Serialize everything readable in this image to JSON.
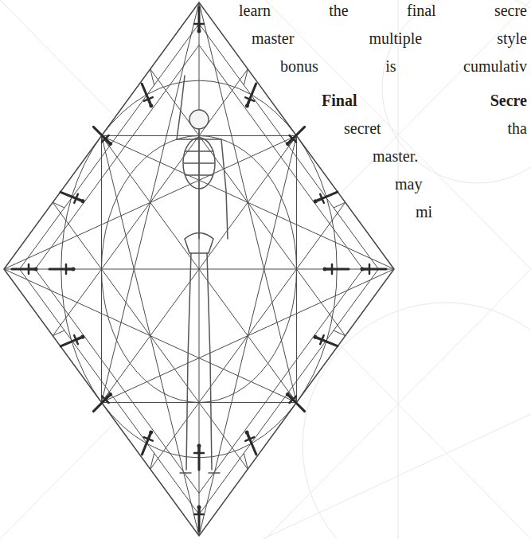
{
  "diagram": {
    "labels": [
      "learn the final secre",
      "master multiple style",
      "bonus is cumulativ",
      "Final Secre",
      "secret tha",
      "master.",
      "may",
      "mi"
    ]
  }
}
